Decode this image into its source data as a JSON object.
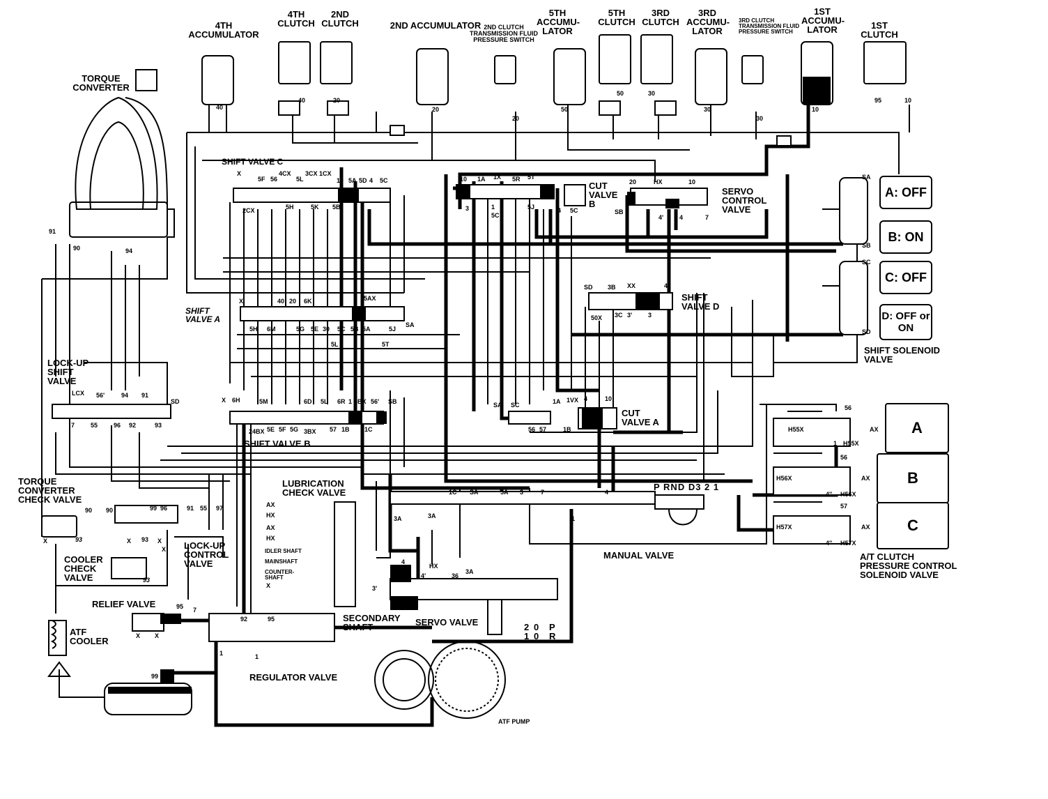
{
  "components": {
    "acc4": "4TH ACCUMULATOR",
    "clutch4": "4TH CLUTCH",
    "clutch2": "2ND CLUTCH",
    "acc2": "2ND ACCUMULATOR",
    "sw2": "2ND CLUTCH TRANSMISSION FLUID PRESSURE SWITCH",
    "acc5": "5TH ACCUMU-LATOR",
    "clutch5": "5TH CLUTCH",
    "clutch3": "3RD CLUTCH",
    "acc3": "3RD ACCUMU-LATOR",
    "sw3": "3RD CLUTCH TRANSMISSION FLUID PRESSURE SWITCH",
    "acc1": "1ST ACCUMU-LATOR",
    "clutch1": "1ST CLUTCH",
    "torque_converter": "TORQUE CONVERTER",
    "shift_valve_c": "SHIFT VALVE C",
    "shift_valve_a": "SHIFT VALVE A",
    "shift_valve_b": "SHIFT VALVE B",
    "shift_valve_d": "SHIFT VALVE D",
    "cut_valve_b": "CUT VALVE B",
    "cut_valve_a": "CUT VALVE A",
    "servo_control_valve": "SERVO CONTROL VALVE",
    "lockup_shift_valve": "LOCK-UP SHIFT VALVE",
    "tc_check_valve": "TORQUE CONVERTER CHECK VALVE",
    "cooler_check_valve": "COOLER CHECK VALVE",
    "lockup_control_valve": "LOCK-UP CONTROL VALVE",
    "lubrication_check_valve": "LUBRICATION CHECK VALVE",
    "relief_valve": "RELIEF VALVE",
    "atf_cooler": "ATF COOLER",
    "secondary_shaft": "SECONDARY SHAFT",
    "servo_valve": "SERVO VALVE",
    "regulator_valve": "REGULATOR VALVE",
    "atf_pump": "ATF PUMP",
    "manual_valve": "MANUAL VALVE",
    "shift_solenoid_valve": "SHIFT SOLENOID VALVE",
    "at_clutch_pcsv": "A/T CLUTCH PRESSURE CONTROL SOLENOID VALVE",
    "lube_lines": [
      "AX",
      "HX",
      "AX",
      "HX",
      "IDLER SHAFT",
      "MAINSHAFT",
      "COUNTER-SHAFT",
      "X"
    ],
    "manual_positions": "P RND D3 2 1",
    "servo_positions": [
      "2",
      "0",
      "1",
      "0",
      "P",
      "R"
    ]
  },
  "solenoids": {
    "a": "A: OFF",
    "b": "B: ON",
    "c": "C: OFF",
    "d": "D: OFF or ON"
  },
  "pcsv": [
    "A",
    "B",
    "C"
  ],
  "ports": {
    "n40": "40",
    "n40b": "40",
    "n20": "20",
    "n20b": "20",
    "n20c": "20",
    "n50": "50",
    "n50b": "50",
    "n30": "30",
    "n30b": "30",
    "n30c": "30",
    "n10": "10",
    "n10b": "10",
    "n95": "95",
    "n91": "91",
    "n90": "90",
    "n94": "94",
    "svc_top": [
      "X",
      "5F",
      "56",
      "4CX",
      "5L",
      "3CX",
      "1CX",
      "10",
      "5A",
      "5D",
      "4",
      "5C"
    ],
    "svc_bot": [
      "2CX",
      "5H",
      "5K",
      "5B"
    ],
    "cvb_top": [
      "10",
      "1A",
      "1X",
      "5R",
      "5T"
    ],
    "cvb_bot": [
      "3",
      "1",
      "5C",
      "5J",
      "4",
      "5C"
    ],
    "scv": [
      "20",
      "HX",
      "10",
      "SB",
      "4'",
      "4",
      "7"
    ],
    "sva_top": [
      "X",
      "40",
      "20",
      "6K",
      "5AX"
    ],
    "sva_bot": [
      "5H",
      "6M",
      "5G",
      "5E",
      "30",
      "5C",
      "5B",
      "5A",
      "5J",
      "SA",
      "5L",
      "5T"
    ],
    "svd": [
      "SD",
      "3B",
      "XX",
      "4",
      "50X",
      "3C",
      "3'",
      "3"
    ],
    "sa": "SA",
    "sb": "SB",
    "sc": "SC",
    "sd": "SD",
    "lsv": [
      "LCX",
      "56'",
      "94",
      "91",
      "SD",
      "7",
      "55",
      "96",
      "92",
      "93"
    ],
    "svb_top": [
      "X",
      "6H",
      "5M",
      "6D",
      "5L",
      "6R",
      "1",
      "5BX",
      "56'",
      "SB"
    ],
    "svb_bot": [
      "24BX",
      "5E",
      "5F",
      "5G",
      "3BX",
      "57",
      "1B",
      "1C"
    ],
    "cva": [
      "SA",
      "SC",
      "1A",
      "1VX",
      "4",
      "10",
      "56",
      "57",
      "1B"
    ],
    "pcsv_ports": [
      "56",
      "H55X",
      "AX",
      "1",
      "H55X",
      "56",
      "H56X",
      "AX",
      "4''",
      "H56X",
      "57",
      "H57X",
      "AX",
      "4''",
      "H57X"
    ],
    "manual": [
      "1C",
      "SA",
      "5A",
      "3",
      "7",
      "4",
      "1",
      "3A",
      "3A"
    ],
    "lower": [
      "90",
      "90",
      "96",
      "99",
      "91",
      "55",
      "97",
      "93",
      "93",
      "93",
      "X",
      "X",
      "X",
      "X",
      "95",
      "7",
      "92",
      "95",
      "1",
      "1",
      "X",
      "X",
      "99",
      "4",
      "HX",
      "36",
      "3A",
      "4'",
      "3'"
    ]
  }
}
